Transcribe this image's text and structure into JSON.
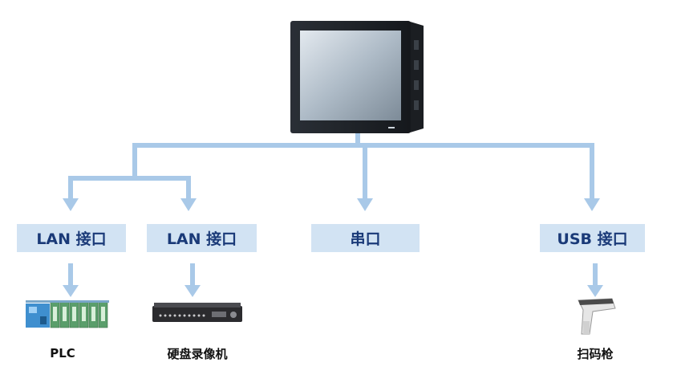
{
  "colors": {
    "connector": "#a9c9e8",
    "box_fill": "#d2e3f3",
    "box_text": "#1a3a78"
  },
  "device": {
    "icon": "panel-pc-icon"
  },
  "interfaces": [
    {
      "label": "LAN 接口",
      "peripheral": {
        "name": "PLC",
        "icon": "plc-icon"
      }
    },
    {
      "label": "LAN 接口",
      "peripheral": {
        "name": "硬盘录像机",
        "icon": "dvr-icon"
      }
    },
    {
      "label": "串口",
      "peripheral": null
    },
    {
      "label": "USB 接口",
      "peripheral": {
        "name": "扫码枪",
        "icon": "barcode-scanner-icon"
      }
    }
  ]
}
